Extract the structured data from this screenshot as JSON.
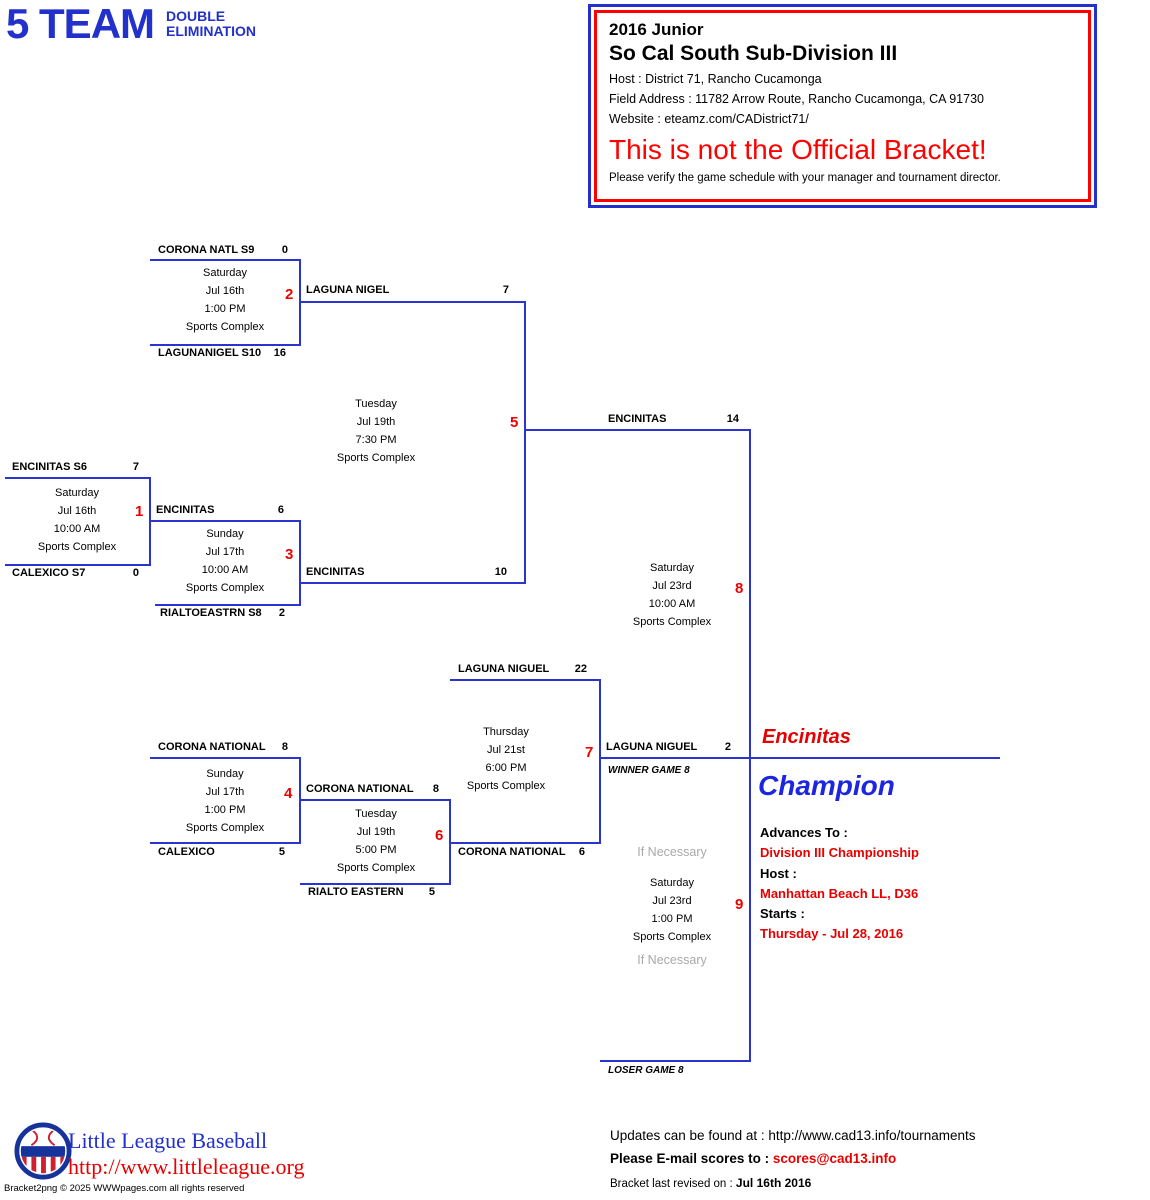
{
  "colors": {
    "blue": "#2230cc",
    "red": "#ee0000",
    "gray": "#a9a9a9"
  },
  "header": {
    "title": "5 TEAM",
    "subtitle_line1": "DOUBLE",
    "subtitle_line2": "ELIMINATION"
  },
  "info_box": {
    "division": "2016 Junior",
    "title": "So Cal South Sub-Division III",
    "host": "Host :  District 71, Rancho Cucamonga",
    "field_address": "Field Address : 11782 Arrow Route, Rancho Cucamonga, CA 91730",
    "website": "Website : eteamz.com/CADistrict71/",
    "warning": "This is not the Official Bracket!",
    "note": "Please verify the game schedule with your manager and tournament director."
  },
  "bracket": {
    "g1": {
      "number": "1",
      "top_name": "ENCINITAS S6",
      "top_score": "7",
      "bottom_name": "CALEXICO S7",
      "bottom_score": "0",
      "schedule": [
        "Saturday",
        "Jul 16th",
        "10:00 AM",
        "Sports Complex"
      ],
      "winner_name": "ENCINITAS",
      "winner_score": "6"
    },
    "g2": {
      "number": "2",
      "top_name": "CORONA NATL S9",
      "top_score": "0",
      "bottom_name": "LAGUNANIGEL S10",
      "bottom_score": "16",
      "schedule": [
        "Saturday",
        "Jul 16th",
        "1:00 PM",
        "Sports Complex"
      ],
      "winner_name": "LAGUNA NIGEL",
      "winner_score": "7"
    },
    "g3": {
      "number": "3",
      "bottom_name": "RIALTOEASTRN S8",
      "bottom_score": "2",
      "schedule": [
        "Sunday",
        "Jul 17th",
        "10:00 AM",
        "Sports Complex"
      ],
      "winner_name": "ENCINITAS",
      "winner_score": "10"
    },
    "g4": {
      "number": "4",
      "top_name": "CORONA NATIONAL",
      "top_score": "8",
      "bottom_name": "CALEXICO",
      "bottom_score": "5",
      "schedule": [
        "Sunday",
        "Jul 17th",
        "1:00 PM",
        "Sports Complex"
      ],
      "winner_name": "CORONA NATIONAL",
      "winner_score": "8"
    },
    "g5": {
      "number": "5",
      "schedule": [
        "Tuesday",
        "Jul 19th",
        "7:30 PM",
        "Sports Complex"
      ],
      "winner_name": "ENCINITAS",
      "winner_score": "14"
    },
    "g6": {
      "number": "6",
      "bottom_name": "RIALTO EASTERN",
      "bottom_score": "5",
      "schedule": [
        "Tuesday",
        "Jul 19th",
        "5:00 PM",
        "Sports Complex"
      ],
      "winner_name": "CORONA NATIONAL",
      "winner_score": "6"
    },
    "g7": {
      "number": "7",
      "top_name": "LAGUNA NIGUEL",
      "top_score": "22",
      "schedule": [
        "Thursday",
        "Jul 21st",
        "6:00 PM",
        "Sports Complex"
      ],
      "winner_name": "LAGUNA NIGUEL",
      "winner_score": "2",
      "winner_slot_label": "WINNER GAME 8"
    },
    "g8": {
      "number": "8",
      "schedule": [
        "Saturday",
        "Jul 23rd",
        "10:00 AM",
        "Sports Complex"
      ]
    },
    "g9": {
      "number": "9",
      "if_necessary_top": "If Necessary",
      "if_necessary_bottom": "If Necessary",
      "schedule": [
        "Saturday",
        "Jul 23rd",
        "1:00 PM",
        "Sports Complex"
      ],
      "loser_slot_label": "LOSER GAME 8"
    }
  },
  "champion": {
    "name": "Encinitas",
    "label": "Champion"
  },
  "advance": {
    "advances_to_label": "Advances To :",
    "advances_to": "Division III Championship",
    "host_label": "Host :",
    "host": "Manhattan Beach LL, D36",
    "starts_label": "Starts :",
    "starts": "Thursday - Jul 28, 2016"
  },
  "footer": {
    "org_name": "Little League Baseball",
    "org_url": "http://www.littleleague.org",
    "copyright": "Bracket2png © 2025 WWWpages.com all rights reserved",
    "updates": "Updates can be found at : http://www.cad13.info/tournaments",
    "scores_label": "Please E-mail scores to : ",
    "scores_email": "scores@cad13.info",
    "revised_label": "Bracket last revised on :  ",
    "revised_date": "Jul 16th 2016"
  }
}
